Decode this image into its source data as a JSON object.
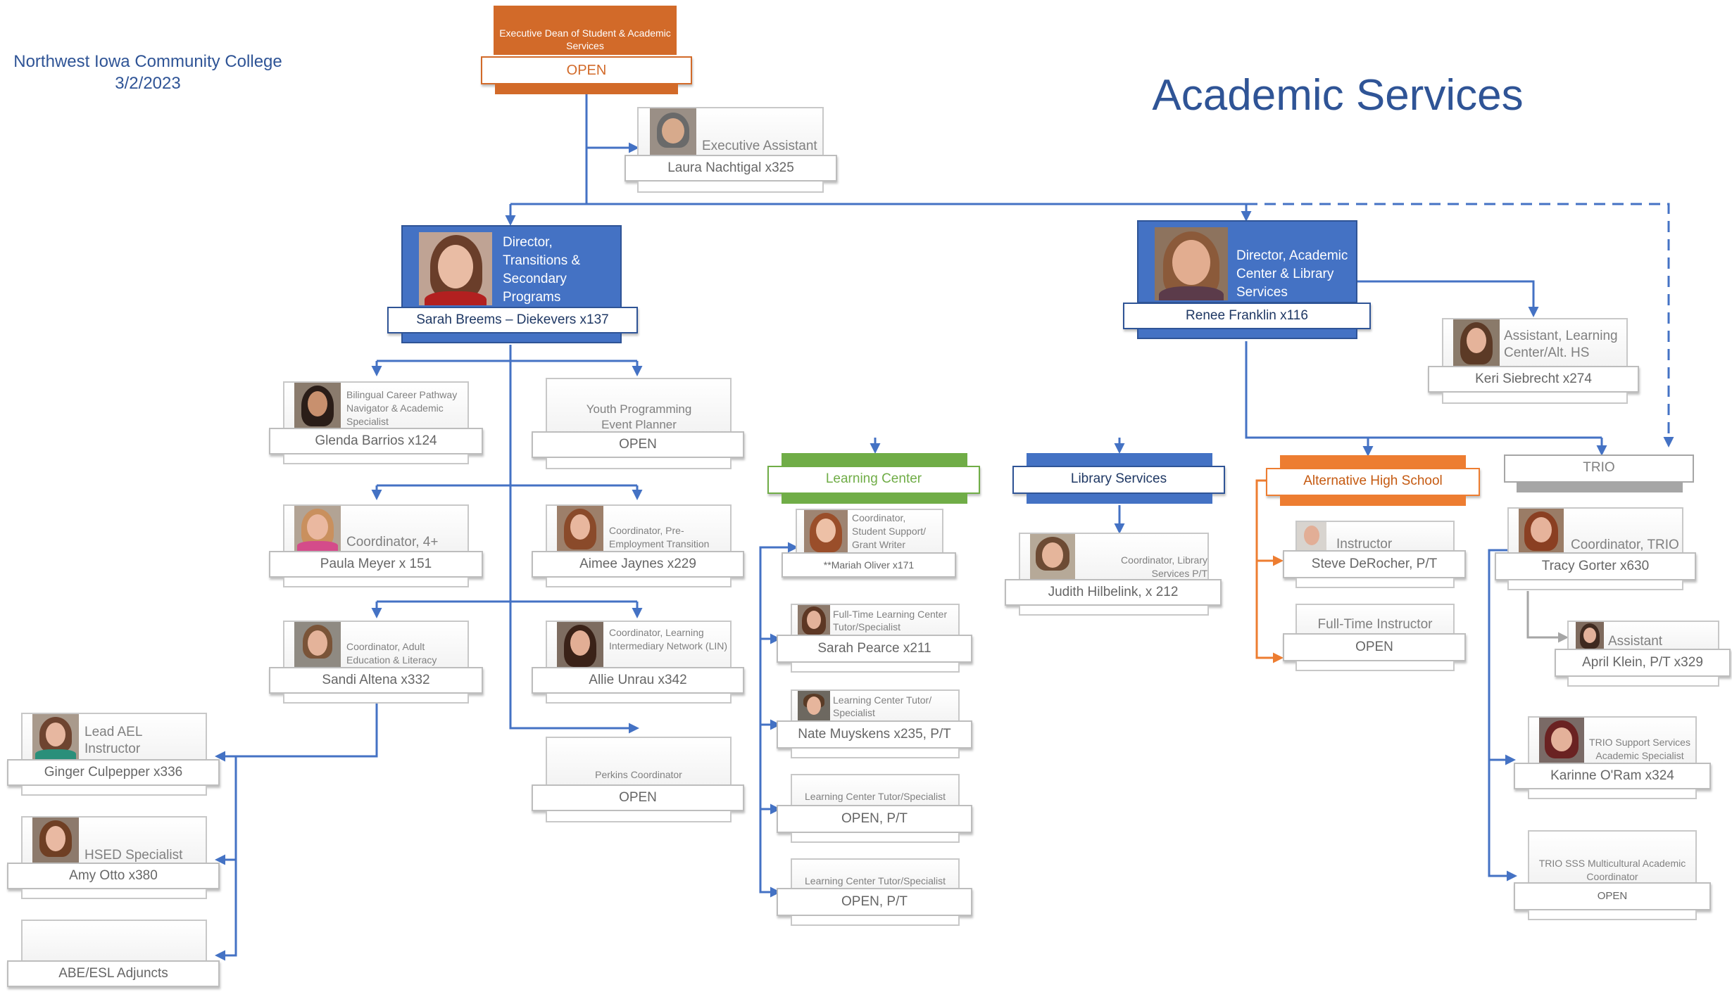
{
  "header": {
    "college": "Northwest Iowa Community College",
    "date": "3/2/2023",
    "title": "Academic Services"
  },
  "colors": {
    "line_blue": "#4472c4",
    "line_orange": "#ed7d31",
    "title_blue": "#2f5496",
    "dean_orange": "#d26a29",
    "learning_green": "#70ad47",
    "library_blue": "#4472c4",
    "alt_hs_orange": "#ed7d31",
    "trio_gray": "#a6a6a6"
  },
  "dean": {
    "role": "Executive Dean of Student & Academic Services",
    "name": "OPEN"
  },
  "exec_assistant": {
    "role": "Executive Assistant",
    "name": "Laura Nachtigal   x325"
  },
  "director_transitions": {
    "role": "Director, Transitions & Secondary Programs",
    "name": "Sarah Breems – Diekevers x137"
  },
  "director_academic": {
    "role": "Director, Academic Center & Library Services",
    "name": "Renee Franklin x116"
  },
  "transitions_staff": [
    {
      "role": "Bilingual Career Pathway Navigator & Academic Specialist",
      "name": "Glenda Barrios x124"
    },
    {
      "role": "Youth Programming Event Planner",
      "name": "OPEN"
    },
    {
      "role": "Coordinator, 4+",
      "name": "Paula Meyer  x 151"
    },
    {
      "role": "Coordinator, Pre-Employment Transition",
      "name": "Aimee Jaynes x229"
    },
    {
      "role": "Coordinator, Adult Education & Literacy",
      "name": "Sandi Altena  x332"
    },
    {
      "role": "Coordinator, Learning Intermediary Network (LIN)",
      "name": "Allie Unrau    x342"
    },
    {
      "role": "Perkins Coordinator",
      "name": "OPEN"
    }
  ],
  "ael_staff": [
    {
      "role": "Lead AEL Instructor",
      "name": "Ginger Culpepper x336"
    },
    {
      "role": "HSED Specialist",
      "name": "Amy Otto    x380"
    },
    {
      "role": "",
      "name": "ABE/ESL Adjuncts"
    }
  ],
  "assistant_learning": {
    "role": "Assistant, Learning Center/Alt. HS",
    "name": "Keri Siebrecht  x274"
  },
  "departments": {
    "learning_center": "Learning Center",
    "library_services": "Library Services",
    "alt_high_school": "Alternative High School",
    "trio": "TRIO"
  },
  "learning_center_staff": [
    {
      "role": "Coordinator, Student Support/ Grant Writer",
      "name": "**Mariah Oliver   x171"
    },
    {
      "role": "Full-Time Learning Center Tutor/Specialist",
      "name": "Sarah Pearce  x211"
    },
    {
      "role": "Learning Center Tutor/ Specialist",
      "name": "Nate Muyskens x235, P/T"
    },
    {
      "role": "Learning Center Tutor/Specialist",
      "name": "OPEN, P/T"
    },
    {
      "role": "Learning Center Tutor/Specialist",
      "name": "OPEN, P/T"
    }
  ],
  "library_staff": [
    {
      "role": "Coordinator, Library Services P/T",
      "name": "Judith Hilbelink, x 212"
    }
  ],
  "alt_hs_staff": [
    {
      "role": "Instructor",
      "name": "Steve DeRocher, P/T"
    },
    {
      "role": "Full-Time Instructor",
      "name": "OPEN"
    }
  ],
  "trio_staff": [
    {
      "role": "Coordinator, TRIO",
      "name": "Tracy Gorter   x630"
    },
    {
      "role": "Assistant",
      "name": "April Klein, P/T   x329"
    },
    {
      "role": "TRIO Support Services Academic Specialist",
      "name": "Karinne O'Ram   x324"
    },
    {
      "role": "TRIO SSS Multicultural Academic Coordinator",
      "name": "OPEN"
    }
  ]
}
